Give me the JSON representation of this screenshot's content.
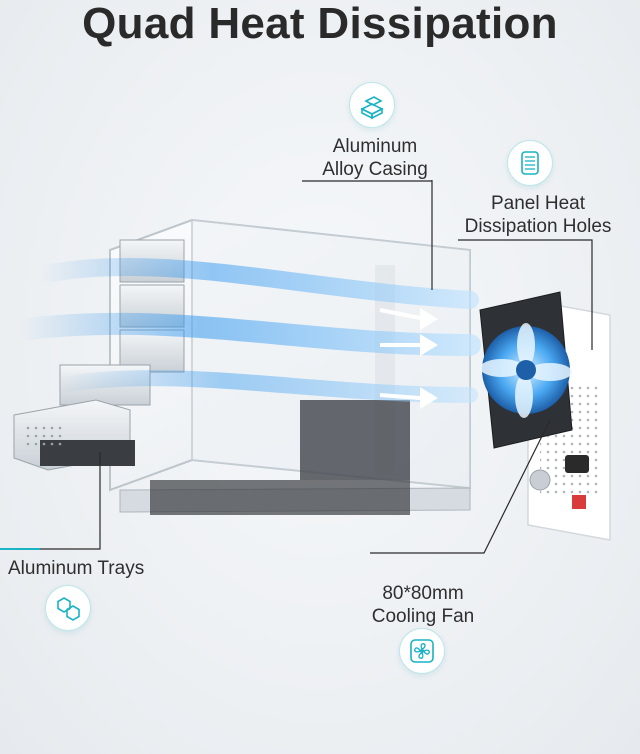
{
  "title": "Quad Heat Dissipation",
  "features": {
    "casing": {
      "line1": "Aluminum",
      "line2": "Alloy Casing",
      "icon": "aluminum-ingot-icon"
    },
    "holes": {
      "line1": "Panel Heat",
      "line2": "Dissipation Holes",
      "icon": "vent-panel-icon"
    },
    "trays": {
      "line1": "Aluminum Trays",
      "icon": "hexagon-icon"
    },
    "fan": {
      "line1": "80*80mm",
      "line2": "Cooling Fan",
      "icon": "fan-icon"
    }
  },
  "colors": {
    "accent": "#19b3c3",
    "airflow": "#2f8fe8"
  }
}
